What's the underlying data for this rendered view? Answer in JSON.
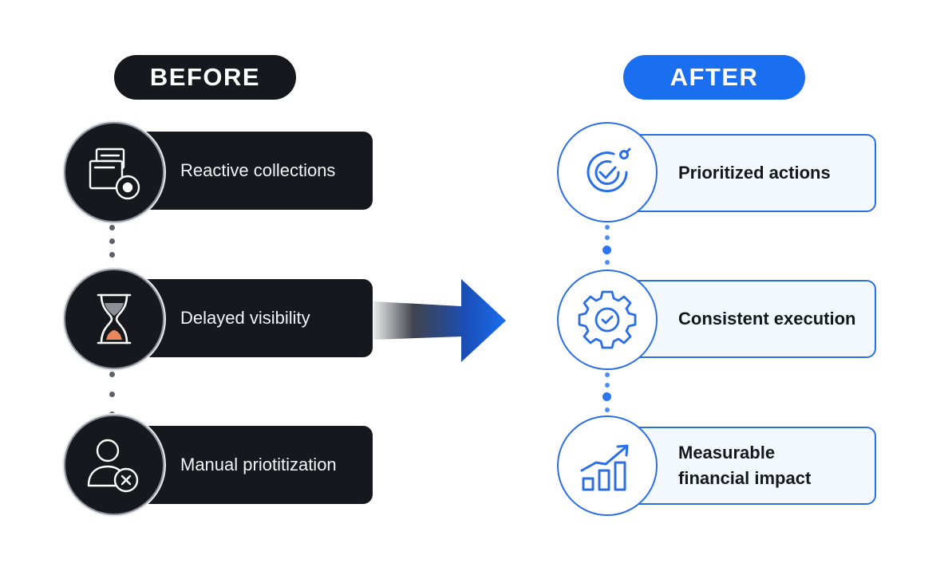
{
  "before": {
    "title": "BEFORE",
    "items": [
      {
        "label": "Reactive collections",
        "icon": "documents-coin-icon"
      },
      {
        "label": "Delayed visibility",
        "icon": "hourglass-icon"
      },
      {
        "label": "Manual priotitization",
        "icon": "user-x-icon"
      }
    ]
  },
  "after": {
    "title": "AFTER",
    "items": [
      {
        "label": "Prioritized actions",
        "icon": "target-check-icon"
      },
      {
        "label": "Consistent execution",
        "icon": "gear-check-icon"
      },
      {
        "label": "Measurable\nfinancial impact",
        "icon": "growth-chart-icon"
      }
    ]
  },
  "colors": {
    "dark": "#16181d",
    "accent": "#1a6ef0",
    "light_card": "#f3f8fd"
  }
}
